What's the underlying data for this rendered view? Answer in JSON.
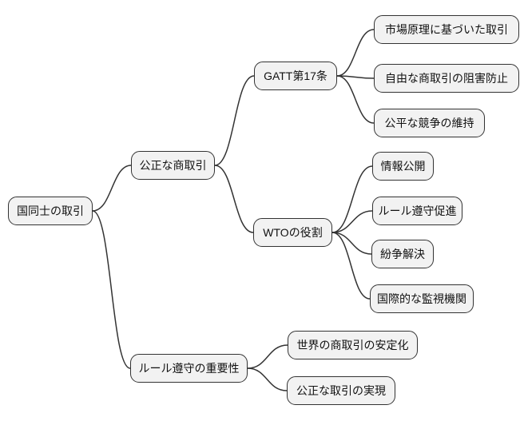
{
  "mindmap": {
    "root": {
      "label": "国同士の取引"
    },
    "branches": [
      {
        "label": "公正な商取引",
        "children": [
          {
            "label": "GATT第17条",
            "children": [
              {
                "label": "市場原理に基づいた取引"
              },
              {
                "label": "自由な商取引の阻害防止"
              },
              {
                "label": "公平な競争の維持"
              }
            ]
          },
          {
            "label": "WTOの役割",
            "children": [
              {
                "label": "情報公開"
              },
              {
                "label": "ルール遵守促進"
              },
              {
                "label": "紛争解決"
              },
              {
                "label": "国際的な監視機関"
              }
            ]
          }
        ]
      },
      {
        "label": "ルール遵守の重要性",
        "children": [
          {
            "label": "世界の商取引の安定化"
          },
          {
            "label": "公正な取引の実現"
          }
        ]
      }
    ],
    "style": {
      "node_fill": "#f2f2f2",
      "node_border": "#333333",
      "edge_color": "#333333",
      "text_color": "#111111",
      "background": "#ffffff"
    }
  }
}
